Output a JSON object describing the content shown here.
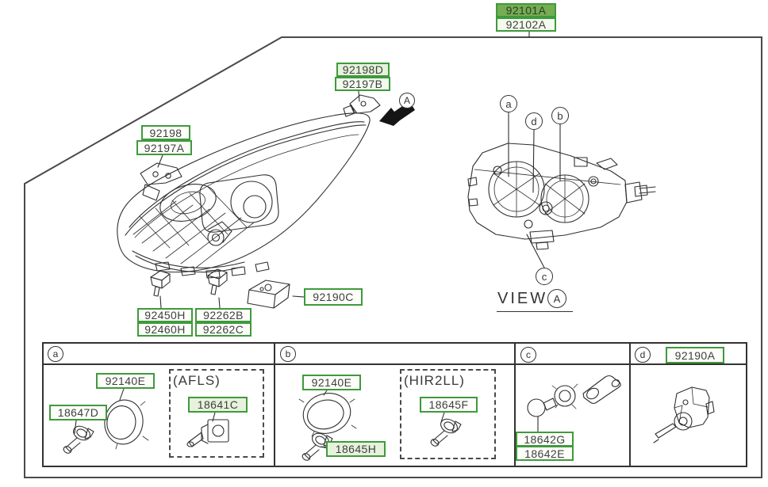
{
  "colors": {
    "label_border": "#3f9a3c",
    "label_fill_strong": "#74ad52",
    "label_fill_light": "#e6f2dc",
    "line_art": "#2f2f2f"
  },
  "parts": {
    "assembly": {
      "primary": "92101A",
      "secondary": "92102A"
    },
    "bracket_top": {
      "primary": "92198D",
      "secondary": "92197B"
    },
    "bracket_side": {
      "primary": "92198",
      "secondary": "92197A"
    },
    "ballast": {
      "label": "92190C"
    },
    "clip_left": {
      "primary": "92450H",
      "secondary": "92460H"
    },
    "clip_right": {
      "primary": "92262B",
      "secondary": "92262C"
    }
  },
  "view": {
    "word": "VIEW",
    "ref": "A",
    "arrow_ref": "A"
  },
  "callouts": {
    "a": "a",
    "b": "b",
    "c": "c",
    "d": "d"
  },
  "table": {
    "section_a": {
      "header": "a",
      "ring": "92140E",
      "bulb": "18647D",
      "variant_name": "(AFLS)",
      "variant_part": "18641C"
    },
    "section_b": {
      "header": "b",
      "ring": "92140E",
      "bulb": "18645H",
      "variant_name": "(HIR2LL)",
      "variant_part": "18645F"
    },
    "section_c": {
      "header": "c",
      "primary": "18642G",
      "secondary": "18642E"
    },
    "section_d": {
      "header": "d",
      "part": "92190A"
    }
  }
}
